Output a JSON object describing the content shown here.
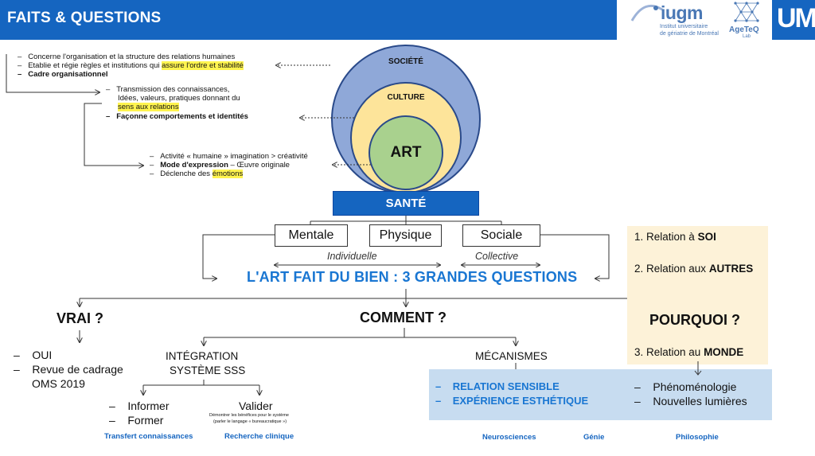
{
  "header": {
    "title": "FAITS & QUESTIONS"
  },
  "logos": {
    "iugm": "iugm",
    "iugm_sub_1": "Institut universitaire",
    "iugm_sub_2": "de gériatrie de Montréal",
    "ageteq": "AgeTeQ",
    "ageteq_sub": "Lab",
    "um": "UM"
  },
  "circles": {
    "outer": "SOCIÉTÉ",
    "middle": "CULTURE",
    "inner": "ART"
  },
  "notes": {
    "societe": {
      "line1": "Concerne l'organisation et la structure des relations humaines",
      "line2_a": "Etablie et régie règles et institutions qui ",
      "line2_hl": "assure l'ordre et stabilité",
      "line3": "Cadre organisationnel"
    },
    "culture": {
      "line1": "Transmission des connaissances,",
      "line2": "Idées, valeurs, pratiques donnant du",
      "line3_hl": "sens aux relations",
      "line4": "Façonne comportements et identités"
    },
    "art": {
      "line1": "Activité « humaine » imagination > créativité",
      "line2_b": "Mode d'expression",
      "line2_rest": " – Œuvre originale",
      "line3_a": "Déclenche des ",
      "line3_hl": "émotions"
    }
  },
  "sante": "SANTÉ",
  "dimensions": {
    "mentale": "Mentale",
    "physique": "Physique",
    "sociale": "Sociale",
    "individuelle": "Individuelle",
    "collective": "Collective"
  },
  "main_question": "L'ART FAIT DU BIEN  : 3 GRANDES QUESTIONS",
  "questions": {
    "vrai": "VRAI ?",
    "comment": "COMMENT ?",
    "pourquoi": "POURQUOI ?"
  },
  "vrai_items": {
    "item1": "OUI",
    "item2": "Revue de cadrage",
    "item2b": "OMS 2019"
  },
  "integration": {
    "title1": "INTÉGRATION",
    "title2": "SYSTÈME SSS",
    "informer": "Informer",
    "former": "Former",
    "valider": "Valider",
    "valider_note1": "Démontrer les bénéfices pour le système",
    "valider_note2": "(parler le langage « bureaucratique »)"
  },
  "mecanismes": {
    "title": "MÉCANISMES",
    "item1": "RELATION SENSIBLE",
    "item2": "EXPÉRIENCE ESTHÉTIQUE"
  },
  "relations": {
    "r1_a": "1. Relation à ",
    "r1_b": "SOI",
    "r2_a": "2. Relation aux ",
    "r2_b": "AUTRES",
    "r3_a": "3. Relation au ",
    "r3_b": "MONDE"
  },
  "philo_items": {
    "item1": "Phénoménologie",
    "item2": "Nouvelles lumières"
  },
  "fields": {
    "transfert": "Transfert connaissances",
    "recherche": "Recherche clinique",
    "neuro": "Neurosciences",
    "genie": "Génie",
    "philo": "Philosophie"
  },
  "colors": {
    "brand_blue": "#1565c0",
    "outer_circle": "#8fa8d8",
    "middle_circle": "#fde49a",
    "inner_circle": "#a9d18e",
    "highlight": "#fff44f"
  }
}
